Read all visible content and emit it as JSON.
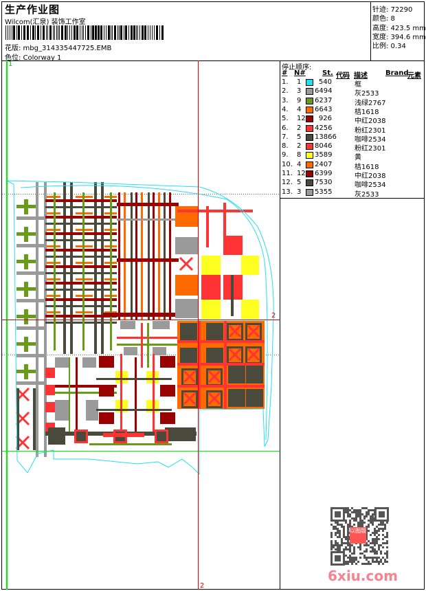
{
  "header": {
    "title": "生产作业图",
    "studio": "Wilcom(汇泉) 装饰工作室",
    "pattern_file": "花版: mbg_314335447725.EMB",
    "colorway": "色位: Colorway 1"
  },
  "stats": {
    "stitches": "针迹: 72290",
    "colors": "颜色: 8",
    "height": "高度: 423.5 mm",
    "width": "宽度: 394.6 mm",
    "scale": "比例: 0.34"
  },
  "stop_sequence": {
    "label": "停止顺序:",
    "columns": [
      "#",
      "N#",
      "St.",
      "代码",
      "描述",
      "Brand",
      "元素"
    ],
    "rows": [
      {
        "idx": "1.",
        "n": "1",
        "color": "#22e0f0",
        "st": "540",
        "desc": "框"
      },
      {
        "idx": "2.",
        "n": "3",
        "color": "#9a9a9a",
        "st": "6494",
        "desc": "灰2533"
      },
      {
        "idx": "3.",
        "n": "9",
        "color": "#6a9a1a",
        "st": "6237",
        "desc": "浅绿2767"
      },
      {
        "idx": "4.",
        "n": "4",
        "color": "#ff6a00",
        "st": "6643",
        "desc": "桔1618"
      },
      {
        "idx": "5.",
        "n": "12",
        "color": "#990000",
        "st": "926",
        "desc": "中红2038"
      },
      {
        "idx": "6.",
        "n": "2",
        "color": "#ff3333",
        "st": "4256",
        "desc": "粉红2301"
      },
      {
        "idx": "7.",
        "n": "5",
        "color": "#4a4a3c",
        "st": "13866",
        "desc": "咖啡2534"
      },
      {
        "idx": "8.",
        "n": "2",
        "color": "#ff3333",
        "st": "8046",
        "desc": "粉红2301"
      },
      {
        "idx": "9.",
        "n": "8",
        "color": "#ffff22",
        "st": "3589",
        "desc": "黄"
      },
      {
        "idx": "10.",
        "n": "4",
        "color": "#ff6a00",
        "st": "2407",
        "desc": "桔1618"
      },
      {
        "idx": "11.",
        "n": "12",
        "color": "#990000",
        "st": "6399",
        "desc": "中红2038"
      },
      {
        "idx": "12.",
        "n": "5",
        "color": "#4a4a3c",
        "st": "7530",
        "desc": "咖啡2534"
      },
      {
        "idx": "13.",
        "n": "3",
        "color": "#9a9a9a",
        "st": "5355",
        "desc": "灰2533"
      }
    ]
  },
  "canvas": {
    "marker_1": "1",
    "marker_2a": "2",
    "marker_2b": "2"
  },
  "watermark": {
    "site": "6xiu.com",
    "seal": "以图版"
  }
}
